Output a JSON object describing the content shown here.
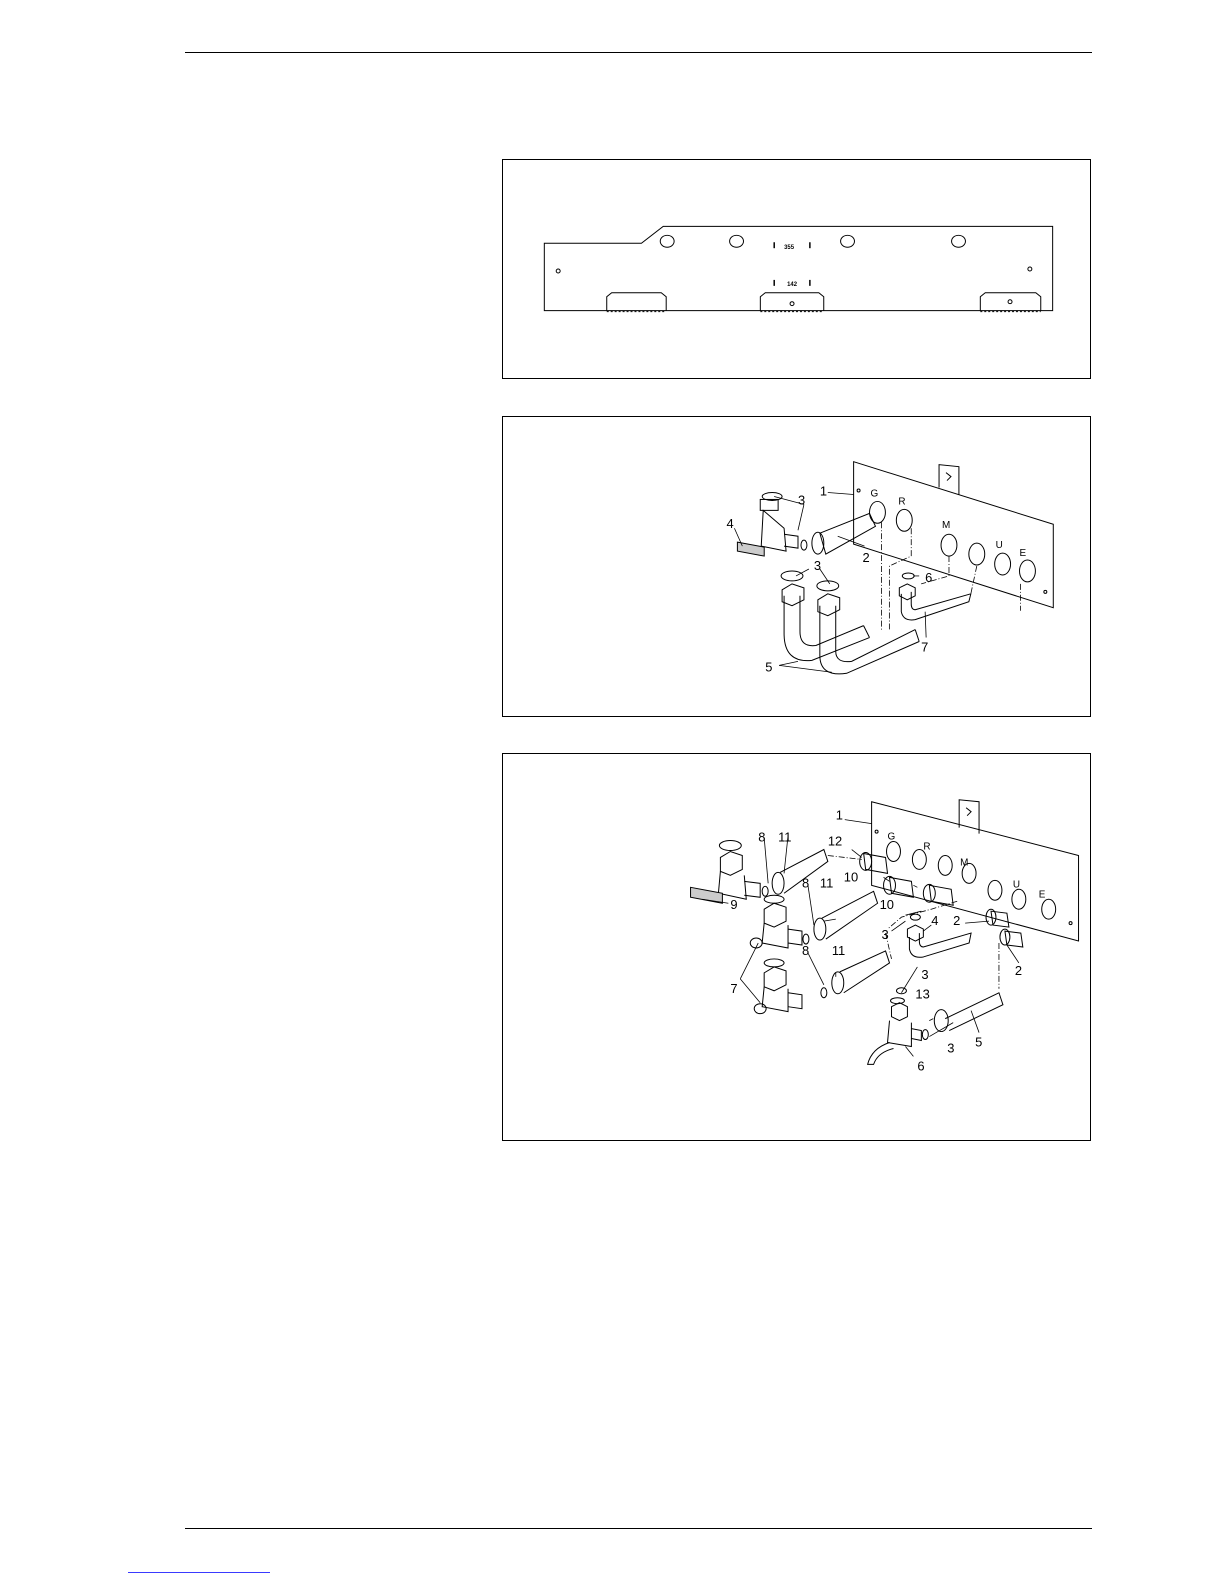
{
  "figure1": {
    "markings": [
      "355",
      "142"
    ]
  },
  "figure2": {
    "callouts": [
      "1",
      "2",
      "3",
      "3",
      "4",
      "5",
      "6",
      "7"
    ],
    "port_letters": [
      "G",
      "R",
      "M",
      "U",
      "E"
    ]
  },
  "figure3": {
    "callouts": [
      "1",
      "2",
      "2",
      "3",
      "3",
      "3",
      "4",
      "5",
      "6",
      "7",
      "8",
      "8",
      "8",
      "9",
      "10",
      "10",
      "11",
      "11",
      "11",
      "12",
      "13"
    ],
    "port_letters": [
      "G",
      "R",
      "M",
      "U",
      "E"
    ]
  }
}
